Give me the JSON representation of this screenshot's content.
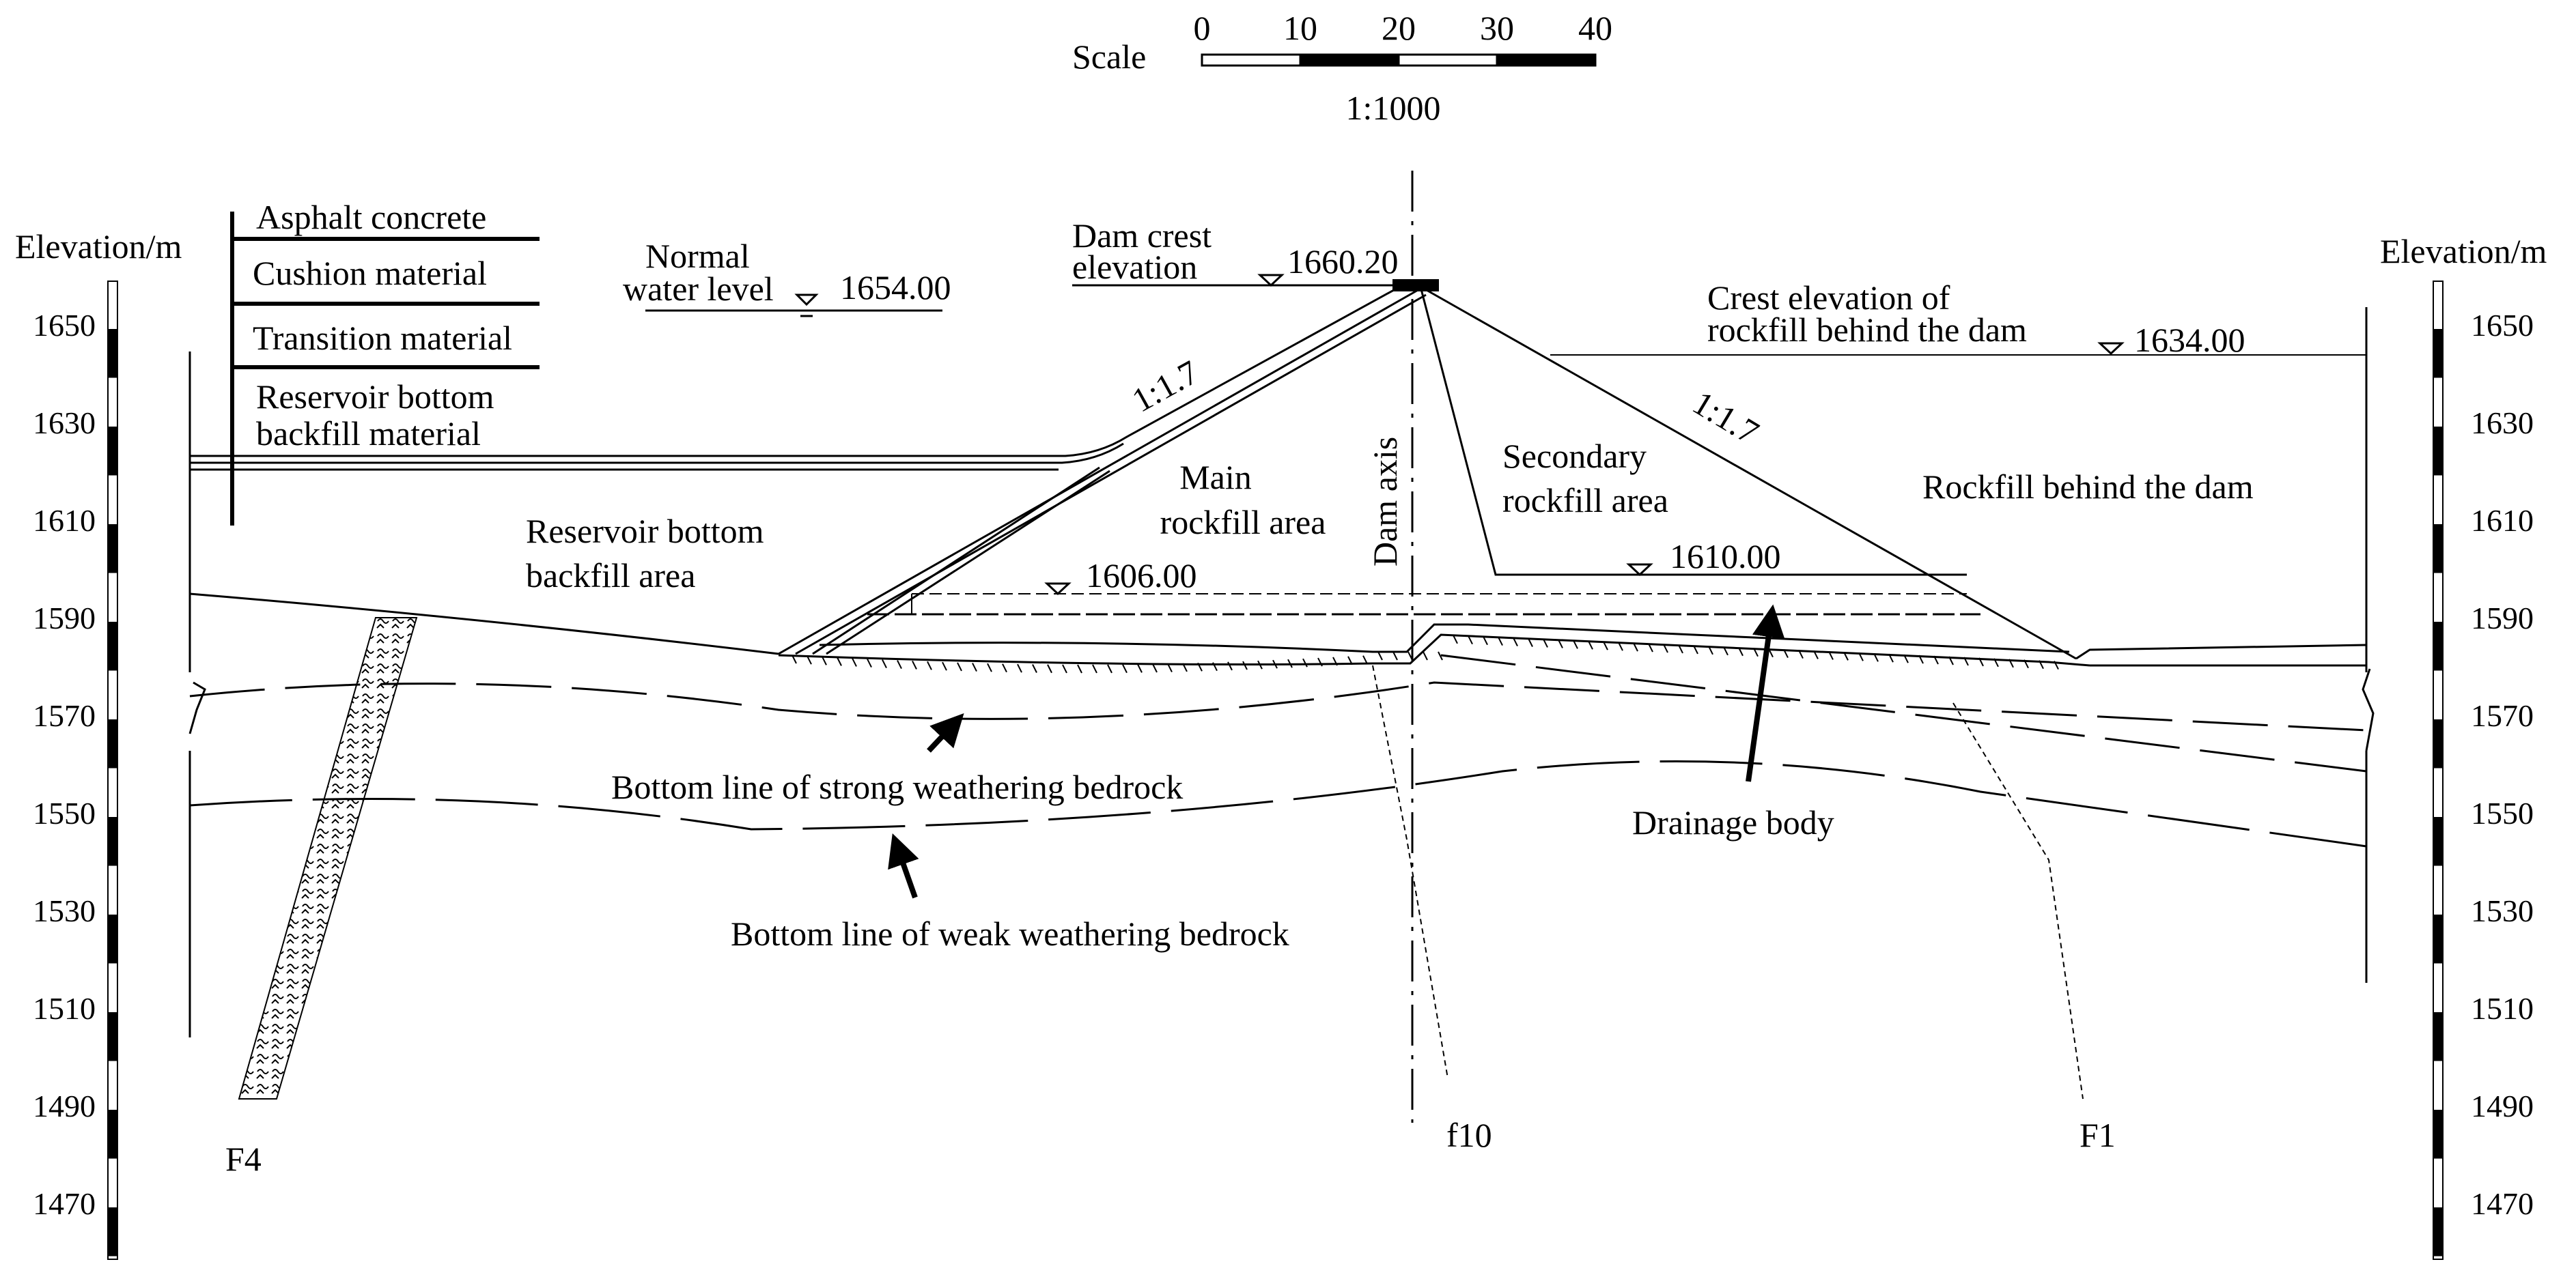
{
  "scale": {
    "label": "Scale",
    "ticks": [
      "0",
      "10",
      "20",
      "30",
      "40"
    ],
    "ratio": "1:1000"
  },
  "elevation_axis": {
    "left_title": "Elevation/m",
    "right_title": "Elevation/m",
    "ticks": [
      "1650",
      "1630",
      "1610",
      "1590",
      "1570",
      "1550",
      "1530",
      "1510",
      "1490",
      "1470"
    ]
  },
  "layers_legend": {
    "asphalt": "Asphalt concrete",
    "cushion": "Cushion material",
    "transition": "Transition material",
    "backfill_line1": "Reservoir bottom",
    "backfill_line2": "backfill material"
  },
  "annotations": {
    "normal_water_line1": "Normal",
    "normal_water_line2": "water level",
    "normal_water_value": "1654.00",
    "crest_line1": "Dam crest",
    "crest_line2": "elevation",
    "crest_value": "1660.20",
    "rear_crest_line1": "Crest elevation of",
    "rear_crest_line2": "rockfill behind the dam",
    "rear_crest_value": "1634.00",
    "slope_upstream": "1:1.7",
    "slope_downstream": "1:1.7",
    "main_rockfill_line1": "Main",
    "main_rockfill_line2": "rockfill area",
    "dam_axis": "Dam axis",
    "secondary_line1": "Secondary",
    "secondary_line2": "rockfill area",
    "rockfill_behind": "Rockfill behind the dam",
    "reservoir_area_line1": "Reservoir bottom",
    "reservoir_area_line2": "backfill area",
    "elev_1606": "1606.00",
    "elev_1610": "1610.00",
    "strong_weathering": "Bottom line of strong weathering bedrock",
    "weak_weathering": "Bottom line of weak weathering bedrock",
    "drainage": "Drainage body",
    "fault_f4": "F4",
    "fault_f10": "f10",
    "fault_f1": "F1"
  }
}
